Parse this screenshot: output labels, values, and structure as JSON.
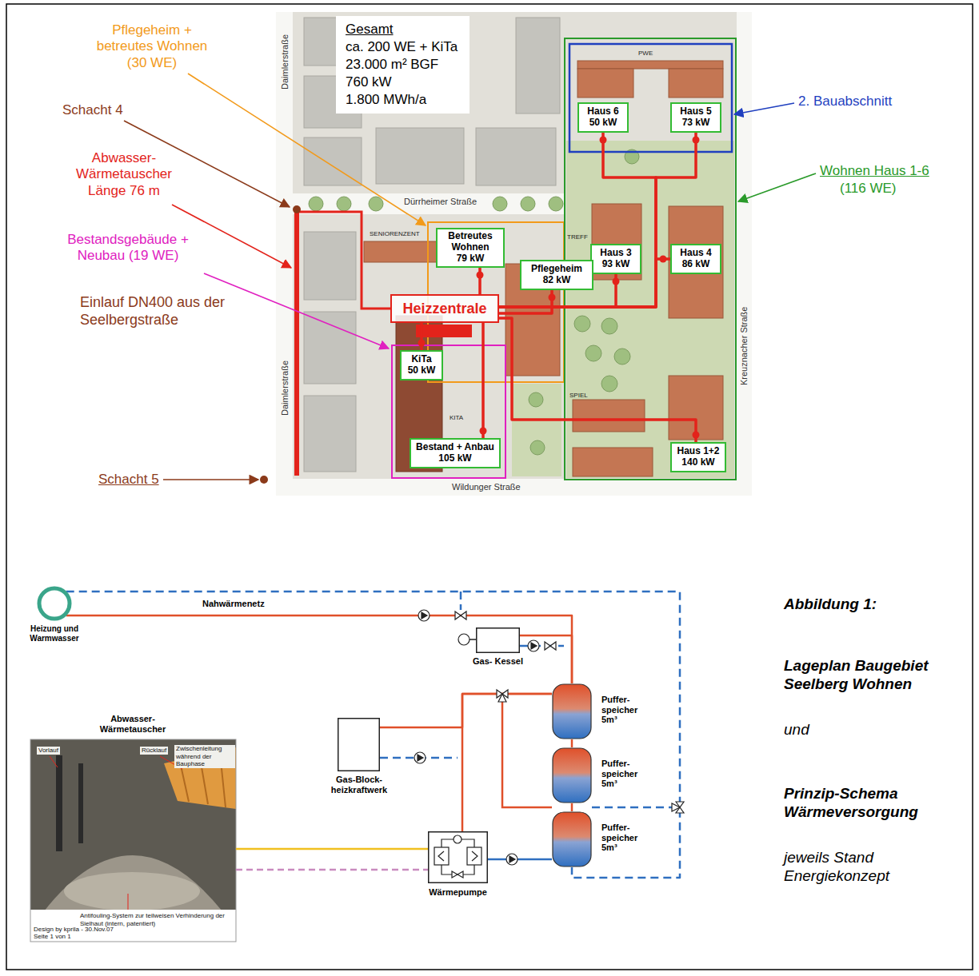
{
  "diagram": {
    "nodes": [
      {
        "text": [
          "Gesamt",
          "ca. 200 WE + KiTa",
          "23.000 m² BGF",
          "760 kW",
          "1.800 MWh/a"
        ]
      },
      {
        "text": [
          "Haus 6",
          "50 kW"
        ]
      },
      {
        "text": [
          "Haus 5",
          "73 kW"
        ]
      },
      {
        "text": [
          "Betreutes Wohnen",
          "79 kW"
        ]
      },
      {
        "text": [
          "Haus 3",
          "93 kW"
        ]
      },
      {
        "text": [
          "Haus 4",
          "86 kW"
        ]
      },
      {
        "text": [
          "Heizzentrale"
        ]
      },
      {
        "text": [
          "Pflegeheim",
          "82 kW"
        ]
      },
      {
        "text": [
          "KiTa",
          "50 kW"
        ]
      },
      {
        "text": [
          "Bestand + Anbau",
          "105 kW"
        ]
      },
      {
        "text": [
          "Haus 1+2",
          "140 kW"
        ]
      },
      {
        "text": [
          "Heizung und Warmwasser"
        ]
      },
      {
        "text": [
          "Gas- Kessel"
        ]
      },
      {
        "text": [
          "Puffer- speicher 5m³"
        ]
      },
      {
        "text": [
          "Puffer- speicher 5m³"
        ]
      },
      {
        "text": [
          "Gas-Block- heizkraftwerk"
        ]
      },
      {
        "text": [
          "Abwasser- Wärmetauscher"
        ]
      },
      {
        "text": [
          "Puffer- speicher 5m³"
        ]
      },
      {
        "text": [
          "Wärmepumpe"
        ]
      }
    ],
    "edges": [
      {
        "from": 6,
        "to": 3,
        "arrow": "none"
      },
      {
        "from": 6,
        "to": 7,
        "arrow": "none"
      },
      {
        "from": 6,
        "to": 8,
        "arrow": "none"
      },
      {
        "from": 6,
        "to": 9,
        "arrow": "none"
      },
      {
        "from": 6,
        "to": 10,
        "arrow": "none"
      },
      {
        "from": 6,
        "to": 4,
        "arrow": "none"
      },
      {
        "from": 6,
        "to": 5,
        "arrow": "none"
      },
      {
        "from": 6,
        "to": 2,
        "arrow": "none"
      },
      {
        "from": 6,
        "to": 1,
        "arrow": "none"
      },
      {
        "from": 11,
        "to": 13,
        "label": "Nahwärmenetz",
        "arrow": "none"
      },
      {
        "from": 12,
        "to": 13,
        "arrow": "none"
      },
      {
        "from": 13,
        "to": 14,
        "arrow": "none"
      },
      {
        "from": 14,
        "to": 17,
        "arrow": "none"
      },
      {
        "from": 15,
        "to": 13,
        "arrow": "none"
      },
      {
        "from": 18,
        "to": 13,
        "arrow": "none"
      },
      {
        "from": 18,
        "to": 17,
        "arrow": "none"
      },
      {
        "from": 16,
        "to": 18,
        "arrow": "none"
      },
      {
        "from": 16,
        "to": 18,
        "arrow": "none"
      },
      {
        "from": 11,
        "to": 17,
        "arrow": "none"
      }
    ],
    "labels": [
      "Pflegeheim + betreutes Wohnen (30 WE)",
      "Schacht 4",
      "Abwasser- Wärmetauscher Länge 76 m",
      "Bestandsgebäude + Neubau (19 WE)",
      "Einlauf DN400 aus der Seelbergstraße",
      "Schacht 5",
      "2. Bauabschnitt",
      "Wohnen Haus 1-6",
      "(116 WE)",
      "Daimlerstraße",
      "Daimlerstraße",
      "Dürrheimer Straße",
      "Kreuznacher Straße",
      "Wildunger Straße",
      "PWE",
      "SENIORENZENT",
      "TREFF",
      "SPIEL",
      "KITA",
      "Vorlauf",
      "Rücklauf",
      "Zwischenleitung während der Bauphase",
      "Antifouling-System zur teilweisen Verhinderung der Sielhaut (intern, patentiert)",
      "Design by kprila - 30.Nov.07",
      "Seite 1 von 1",
      "Abbildung 1:",
      "Lageplan Baugebiet Seelberg Wohnen",
      "und",
      "Prinzip-Schema Wärmeversorgung",
      "jeweils Stand Energiekonzept"
    ]
  }
}
